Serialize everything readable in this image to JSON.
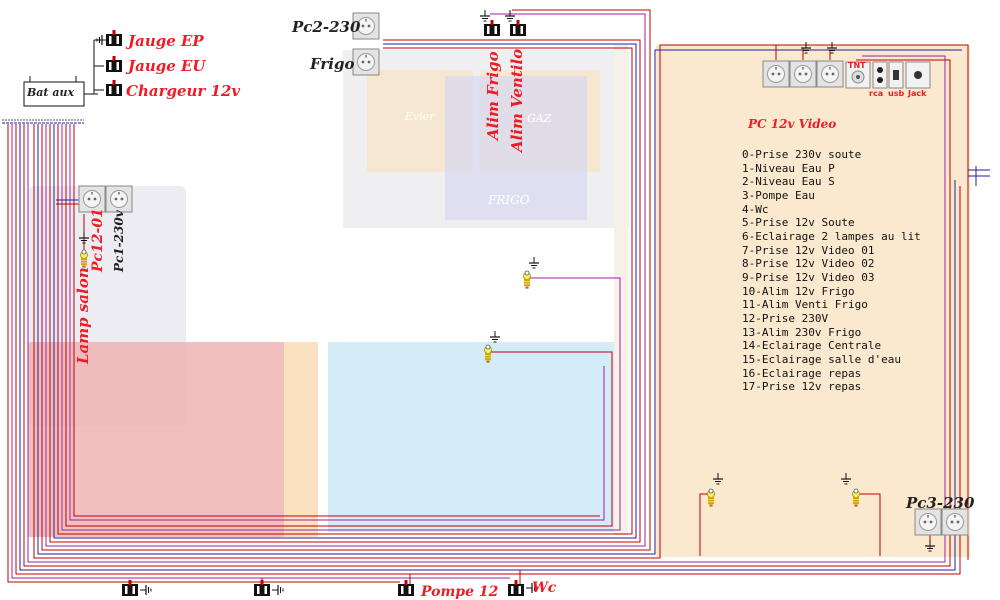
{
  "labels": {
    "bat_aux": "Bat aux",
    "jauge_ep": "Jauge EP",
    "jauge_eu": "Jauge EU",
    "chargeur": "Chargeur 12v",
    "pc2": "Pc2-230",
    "frigo": "Frigo",
    "alim_frigo": "Alim Frigo",
    "alim_ventilo": "Alim Ventilo",
    "pc12_01": "Pc12-01",
    "pc1_230": "Pc1-230v",
    "lamp_salon": "Lamp salon",
    "pc12_video": "PC 12v Video",
    "tnt": "TNT",
    "rca": "rca",
    "usb": "usb",
    "jack": "Jack",
    "pc3": "Pc3-230",
    "pompe": "Pompe 12",
    "wc": "Wc"
  },
  "rooms": {
    "evier": "Evier",
    "gaz": "GAZ",
    "frigo_block": "FRIGO"
  },
  "legend": [
    "0-Prise 230v soute",
    "1-Niveau Eau P",
    "2-Niveau Eau S",
    "3-Pompe Eau",
    "4-Wc",
    "5-Prise 12v Soute",
    "6-Eclairage 2 lampes au lit",
    "7-Prise 12v Video 01",
    "8-Prise 12v Video 02",
    "9-Prise 12v Video 03",
    "10-Alim 12v Frigo",
    "11-Alim Venti Frigo",
    "12-Prise 230V",
    "13-Alim 230v Frigo",
    "14-Eclairage Centrale",
    "15-Eclairage salle d'eau",
    "16-Eclairage repas",
    "17-Prise 12v repas"
  ],
  "colors": {
    "wire_red": "#c00000",
    "wire_blue": "#1f1fa0",
    "wire_purple": "#a020a0",
    "label_red": "#ee1c24",
    "zone_beige": "#fbe9cf",
    "zone_gray": "#ececf2",
    "zone_pink": "#f0b4b4",
    "zone_blue": "#d4ecf8"
  },
  "icons": [
    "socket-icon",
    "lamp-icon",
    "ground-icon",
    "connector-icon",
    "battery-icon"
  ]
}
